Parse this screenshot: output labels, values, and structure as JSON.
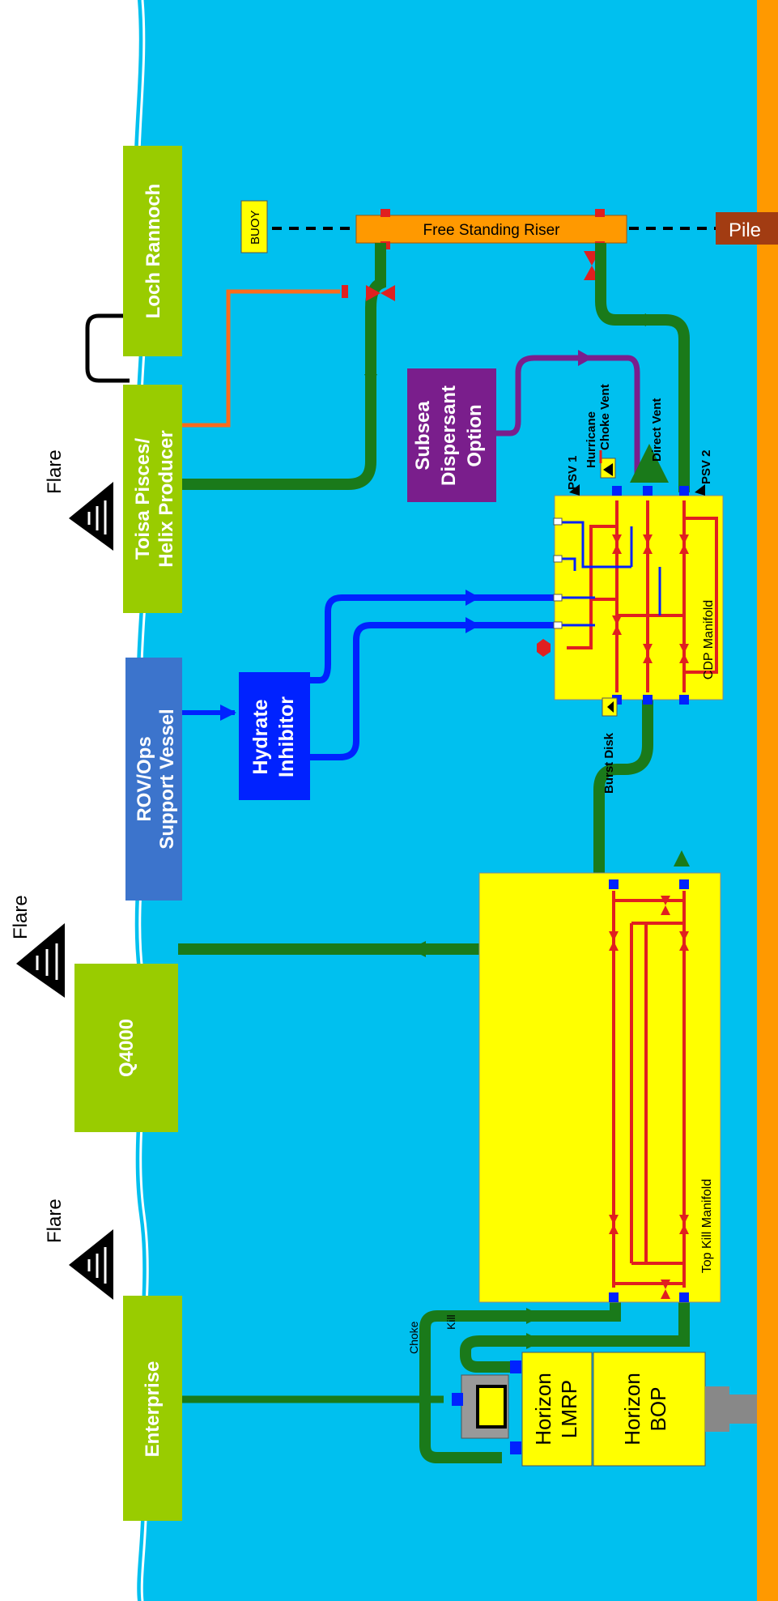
{
  "vessels": {
    "loch_rannoch": "Loch Rannoch",
    "toisa_line1": "Toisa Pisces/",
    "toisa_line2": "Helix Producer",
    "rov_line1": "ROV/Ops",
    "rov_line2": "Support Vessel",
    "q4000": "Q4000",
    "enterprise": "Enterprise"
  },
  "flares": {
    "flare_1": "Flare",
    "flare_2": "Flare",
    "flare_3": "Flare"
  },
  "riser": {
    "buoy": "BUOY",
    "riser_label": "Free Standing Riser",
    "pile": "Pile"
  },
  "subsea_dispersant": {
    "line1": "Subsea",
    "line2": "Dispersant",
    "line3": "Option"
  },
  "hydrate_inhibitor": {
    "line1": "Hydrate",
    "line2": "Inhibitor"
  },
  "cdp": {
    "manifold": "CDP Manifold",
    "psv1": "PSV 1",
    "psv2": "PSV 2",
    "hurricane_line1": "Hurricane",
    "hurricane_line2": "Choke Vent",
    "direct_vent": "Direct Vent",
    "burst_disk": "Burst Disk"
  },
  "top_kill": {
    "manifold": "Top Kill Manifold"
  },
  "horizon": {
    "choke": "Choke",
    "kill": "Kill",
    "lmrp_line1": "Horizon",
    "lmrp_line2": "LMRP",
    "bop_line1": "Horizon",
    "bop_line2": "BOP"
  },
  "colors": {
    "sea": "#00c0ef",
    "seabed": "#ff9900",
    "vessel": "#99cc00",
    "rov_vessel": "#3c74cc",
    "flow_line": "#1a7a1a",
    "inhibitor_line": "#0022ff",
    "dispersant": "#7a1e8c",
    "manifold": "#ffff00",
    "valve_line": "#ff0000",
    "pile": "#a23c12",
    "riser": "#ff9900"
  }
}
